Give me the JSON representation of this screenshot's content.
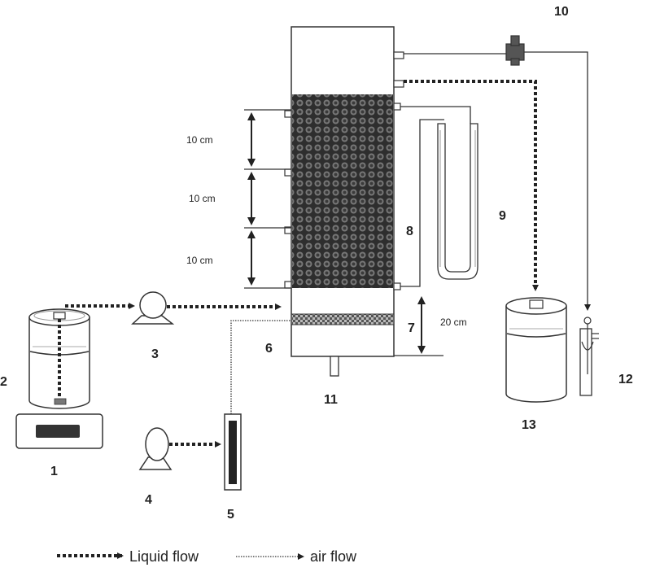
{
  "labels": {
    "n1": "1",
    "n2": "2",
    "n3": "3",
    "n4": "4",
    "n5": "5",
    "n6": "6",
    "n7": "7",
    "n8": "8",
    "n9": "9",
    "n10": "10",
    "n11": "11",
    "n12": "12",
    "n13": "13"
  },
  "dimensions": {
    "seg1": "10 cm",
    "seg2": "10 cm",
    "seg3": "10 cm",
    "bottom": "20 cm"
  },
  "legend": {
    "liquid": "Liquid flow",
    "air": "air flow"
  }
}
